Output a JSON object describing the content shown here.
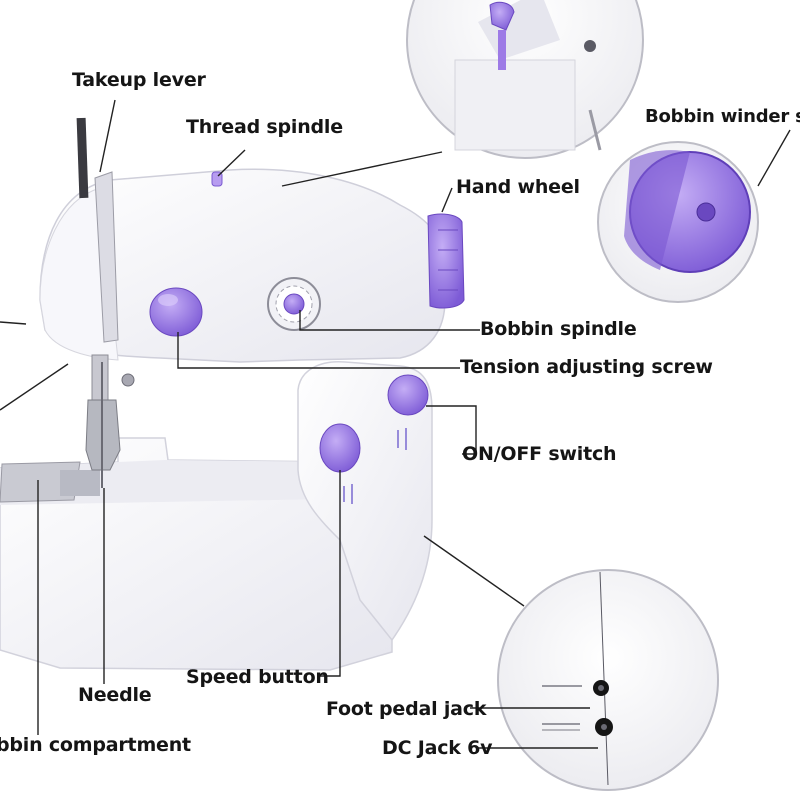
{
  "labels": {
    "takeup_lever": "Takeup lever",
    "thread_spindle": "Thread spindle",
    "bobbin_winder": "Bobbin winder sp",
    "hand_wheel": "Hand wheel",
    "bobbin_spindle": "Bobbin spindle",
    "tension_screw": "Tension adjusting screw",
    "on_off_switch": "ON/OFF switch",
    "speed_button": "Speed button",
    "needle": "Needle",
    "bobbin_compartment": "bbin compartment",
    "foot_pedal_jack": "Foot pedal jack",
    "dc_jack": "DC Jack 6v"
  },
  "colors": {
    "accent": "#9d7ae6",
    "accent_dark": "#6f4fc4",
    "body": "#f4f4f8",
    "line": "#222222"
  }
}
